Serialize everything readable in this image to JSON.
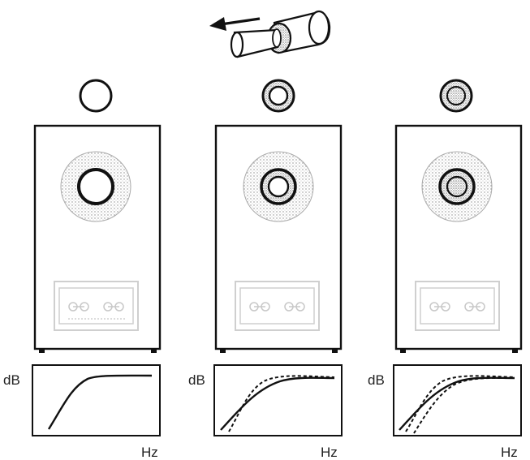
{
  "colors": {
    "ink": "#111111",
    "stipple": "#9a9a9a",
    "background": "#ffffff"
  },
  "plug": {
    "icon": "foam-plug-icon",
    "arrow": "arrow-left-icon"
  },
  "panels": [
    {
      "id": "open-port",
      "port_state": "open",
      "insert_icon": "open-ring-icon",
      "graph": {
        "ylabel": "dB",
        "xlabel": "Hz",
        "curves": [
          "solid"
        ]
      }
    },
    {
      "id": "ring-insert",
      "port_state": "foam-ring",
      "insert_icon": "foam-ring-icon",
      "graph": {
        "ylabel": "dB",
        "xlabel": "Hz",
        "curves": [
          "solid",
          "dashed"
        ]
      }
    },
    {
      "id": "full-plug",
      "port_state": "foam-plug",
      "insert_icon": "foam-plug-disc-icon",
      "graph": {
        "ylabel": "dB",
        "xlabel": "Hz",
        "curves": [
          "solid",
          "dashed",
          "dashed"
        ]
      }
    }
  ]
}
